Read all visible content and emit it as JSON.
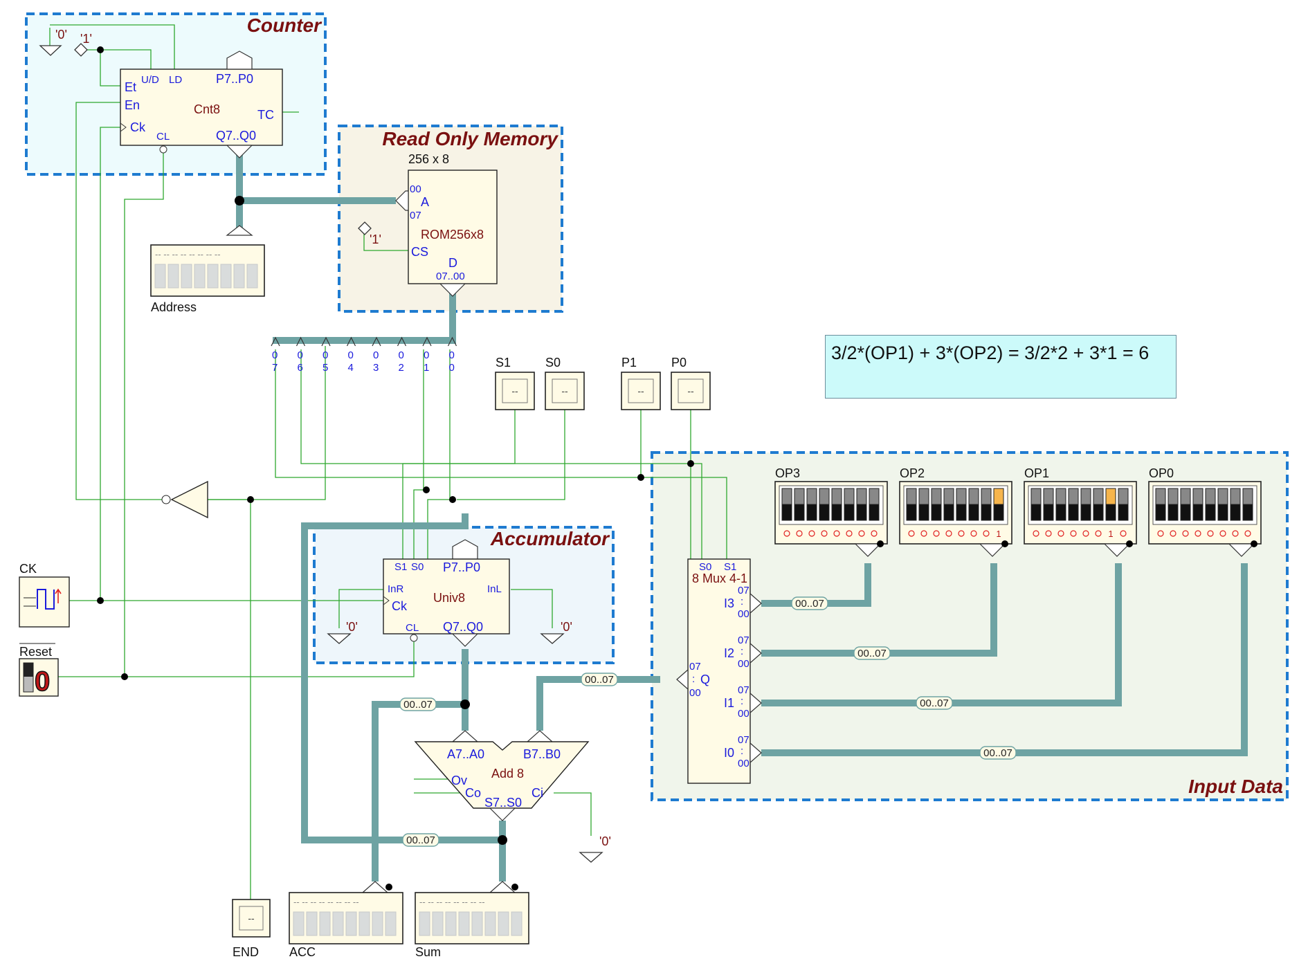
{
  "regions": {
    "counter": "Counter",
    "rom": "Read Only Memory",
    "accumulator": "Accumulator",
    "input_data": "Input Data"
  },
  "formula": "3/2*(OP1) + 3*(OP2) = 3/2*2 + 3*1 = 6",
  "counter": {
    "device": "Cnt8",
    "pins": {
      "ud": "U/D",
      "ld": "LD",
      "p": "P7..P0",
      "et": "Et",
      "en": "En",
      "tc": "TC",
      "ck": "Ck",
      "cl": "CL",
      "q": "Q7..Q0"
    },
    "const_zero": "'0'",
    "const_one": "'1'"
  },
  "rom": {
    "size": "256 x 8",
    "device": "ROM256x8",
    "pins": {
      "a": "A",
      "a_hi": "00",
      "a_sep": ":",
      "a_lo": "07",
      "cs": "CS",
      "d": "D",
      "d_range": "07..00"
    },
    "const_one": "'1'"
  },
  "rom_bits": [
    "0 7",
    "0 6",
    "0 5",
    "0 4",
    "0 3",
    "0 2",
    "0 1",
    "0 0"
  ],
  "switches": [
    "S1",
    "S0",
    "P1",
    "P0"
  ],
  "switch_glyph": "--",
  "accumulator": {
    "device": "Univ8",
    "pins": {
      "s1": "S1",
      "s0": "S0",
      "p": "P7..P0",
      "inr": "InR",
      "inl": "InL",
      "ck": "Ck",
      "cl": "CL",
      "q": "Q7..Q0"
    },
    "const_left": "'0'",
    "const_right": "'0'"
  },
  "mux": {
    "device": "8 Mux 4-1",
    "pins": {
      "s0": "S0",
      "s1": "S1",
      "i3": "I3",
      "i2": "I2",
      "i1": "I1",
      "i0": "I0",
      "q": "Q",
      "hi": "07",
      "lo": "00",
      "sep": ":"
    }
  },
  "adder": {
    "device": "Add 8",
    "pins": {
      "a": "A7..A0",
      "b": "B7..B0",
      "ov": "Ov",
      "co": "Co",
      "ci": "Ci",
      "s": "S7..S0"
    },
    "const_ci": "'0'"
  },
  "bus_label": "00..07",
  "operands": [
    {
      "name": "OP3",
      "bits": [
        "0",
        "0",
        "0",
        "0",
        "0",
        "0",
        "0",
        "0"
      ]
    },
    {
      "name": "OP2",
      "bits": [
        "0",
        "0",
        "0",
        "0",
        "0",
        "0",
        "0",
        "1"
      ]
    },
    {
      "name": "OP1",
      "bits": [
        "0",
        "0",
        "0",
        "0",
        "0",
        "0",
        "1",
        "0"
      ]
    },
    {
      "name": "OP0",
      "bits": [
        "0",
        "0",
        "0",
        "0",
        "0",
        "0",
        "0",
        "0"
      ]
    }
  ],
  "displays": {
    "address": "Address",
    "acc": "ACC",
    "sum": "Sum",
    "end": "END"
  },
  "display_dashes": "-- -- -- -- -- -- -- --",
  "inputs": {
    "ck": "CK",
    "reset": "Reset",
    "reset_value": "0"
  },
  "colors": {
    "wire": "#2ea82e",
    "bus": "#6ea3a3",
    "region_border": "#1e7bd0",
    "title_text": "#7a1010",
    "pin_text": "#1a1adc",
    "counter_bg": "#edfbfd",
    "rom_bg": "#f7f3e6",
    "acc_bg": "#eef6fb",
    "input_bg": "#f0f5eb",
    "formula_bg": "#ccfafa",
    "set_bit": "#f6b54c"
  }
}
